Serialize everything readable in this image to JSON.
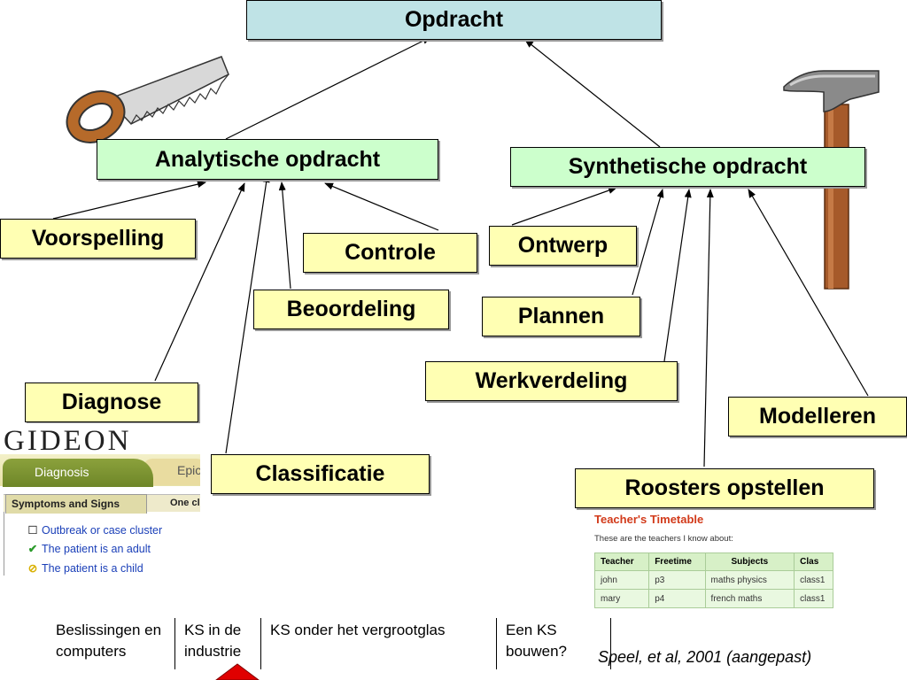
{
  "diagram": {
    "root": "Opdracht",
    "analytic": "Analytische opdracht",
    "synthetic": "Synthetische opdracht",
    "leaves": {
      "voorspelling": "Voorspelling",
      "controle": "Controle",
      "beoordeling": "Beoordeling",
      "diagnose": "Diagnose",
      "classificatie": "Classificatie",
      "ontwerp": "Ontwerp",
      "plannen": "Plannen",
      "werkverdeling": "Werkverdeling",
      "modelleren": "Modelleren",
      "roosters": "Roosters opstellen"
    }
  },
  "gideon": {
    "logo": "GIDEON",
    "tab_active": "Diagnosis",
    "tab_other": "Epic",
    "subtab": "Symptoms and Signs",
    "subtab_other": "One cl",
    "rows": [
      {
        "mark": "☐",
        "text": "Outbreak or case cluster"
      },
      {
        "mark": "✔",
        "text": "The patient is an adult"
      },
      {
        "mark": "⊘",
        "text": "The patient is a child"
      }
    ]
  },
  "timetable": {
    "title": "Teacher's Timetable",
    "subtitle": "These are the teachers I know about:",
    "headers": [
      "Teacher",
      "Freetime",
      "Subjects",
      "Clas"
    ],
    "rows": [
      [
        "john",
        "p3",
        "maths physics",
        "class1"
      ],
      [
        "mary",
        "p4",
        "french maths",
        "class1"
      ]
    ]
  },
  "nav": {
    "items": [
      {
        "label": "Beslissingen en computers"
      },
      {
        "label": "KS in de industrie"
      },
      {
        "label": "KS onder het vergrootglas"
      },
      {
        "label": "Een KS bouwen?"
      }
    ]
  },
  "citation": "Speel, et al, 2001 (aangepast)",
  "colors": {
    "root_fill": "#bfe3e6",
    "task_fill": "#ccffcc",
    "leaf_fill": "#ffffb3",
    "nav_marker": "#e00000"
  },
  "icons": [
    "saw-icon",
    "hammer-icon"
  ]
}
